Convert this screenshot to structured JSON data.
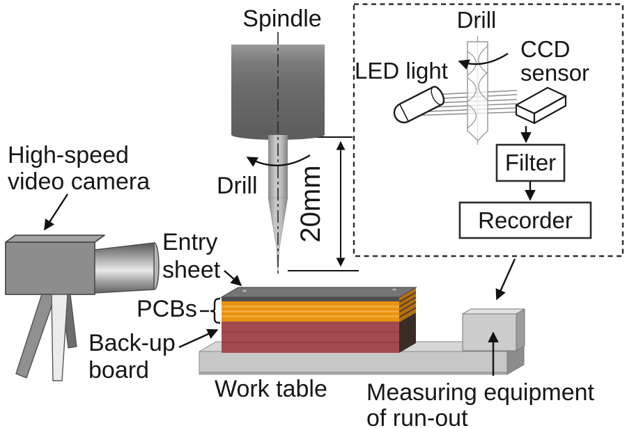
{
  "title": "Micro-drilling experimental setup diagram",
  "labels": {
    "spindle": "Spindle",
    "drill": "Drill",
    "dimension_20mm": "20mm",
    "camera_line1": "High-speed",
    "camera_line2": "video camera",
    "entry_sheet_line1": "Entry",
    "entry_sheet_line2": "sheet",
    "pcbs": "PCBs",
    "backup_line1": "Back-up",
    "backup_line2": "board",
    "work_table": "Work table",
    "measuring_line1": "Measuring equipment",
    "measuring_line2": "of run-out"
  },
  "inset": {
    "drill": "Drill",
    "led_light": "LED light",
    "ccd_line1": "CCD",
    "ccd_line2": "sensor",
    "filter": "Filter",
    "recorder": "Recorder"
  },
  "colors": {
    "background": "#ffffff",
    "line": "#111111",
    "spindle_gray": "#6b6b6b",
    "camera_gray": "#8d8d8d",
    "lens_highlight": "#e9e9e9",
    "work_table_gray": "#c7c7c7",
    "entry_sheet_top_gray": "#757575",
    "pcb_orange": "#e8920f",
    "pcb_stripe_light": "#f6b14a",
    "backup_board_red": "#a24a4e",
    "stack_side_dark": "#3a2d26"
  }
}
